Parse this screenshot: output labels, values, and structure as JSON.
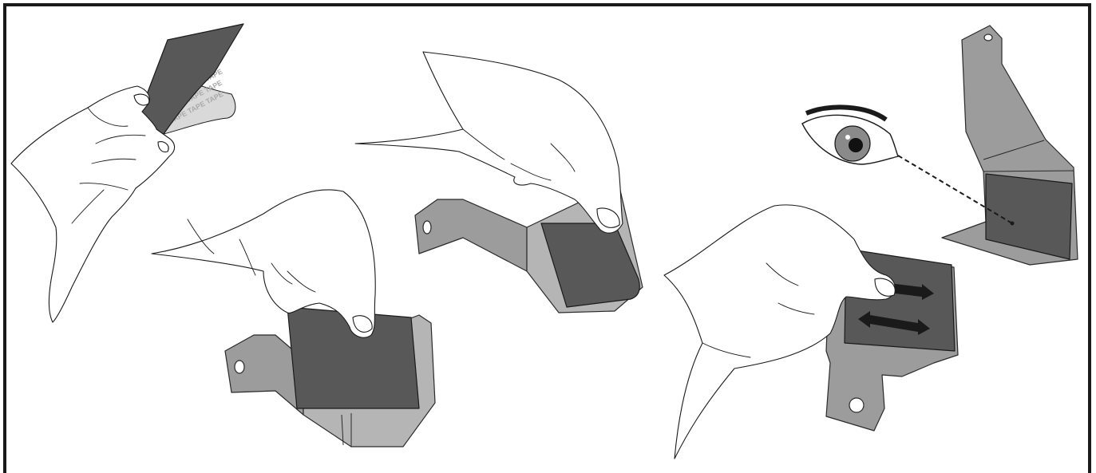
{
  "figure": {
    "steps": [
      {
        "id": "peel-backing",
        "backing_text": "TAPE TAPE TAPE"
      },
      {
        "id": "apply-pad"
      },
      {
        "id": "wrap-pad"
      },
      {
        "id": "rub-pad"
      },
      {
        "id": "inspect-pad"
      }
    ],
    "colors": {
      "border": "#1a1a1a",
      "bracket": "#9c9c9c",
      "pad": "#585858",
      "backing": "#d9d9d9",
      "arrow": "#1a1a1a"
    },
    "icons": [
      "hand-icon",
      "bracket-icon",
      "tape-pad-icon",
      "eye-icon",
      "double-arrow-icon",
      "sight-line-icon"
    ]
  }
}
